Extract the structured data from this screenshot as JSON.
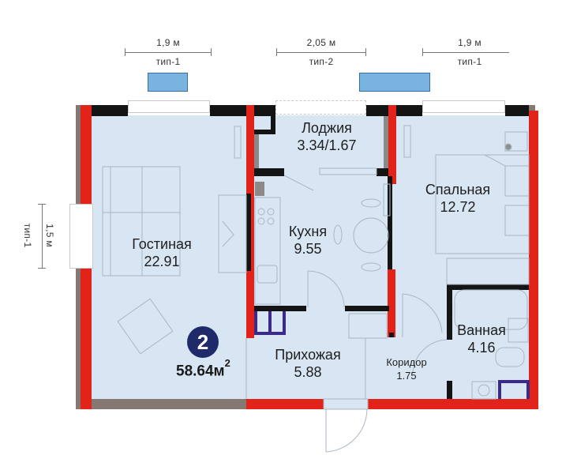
{
  "plan": {
    "apartment_number": "2",
    "total_area": "58.64",
    "total_unit": "м",
    "total_unit_power": "2"
  },
  "windows": [
    {
      "id": "w1",
      "width": "1,9 м",
      "type": "тип-1"
    },
    {
      "id": "w2",
      "width": "2,05 м",
      "type": "тип-2"
    },
    {
      "id": "w3",
      "width": "1,9 м",
      "type": "тип-1"
    },
    {
      "id": "w4",
      "width": "1,5 м",
      "type": "тип-1"
    }
  ],
  "rooms": [
    {
      "name": "Гостиная",
      "area": "22.91"
    },
    {
      "name": "Лоджия",
      "area": "3.34/1.67"
    },
    {
      "name": "Кухня",
      "area": "9.55"
    },
    {
      "name": "Спальная",
      "area": "12.72"
    },
    {
      "name": "Прихожая",
      "area": "5.88"
    },
    {
      "name": "Коридор",
      "area": "1.75"
    },
    {
      "name": "Ванная",
      "area": "4.16"
    }
  ],
  "colors": {
    "floor": "#d8e6f4",
    "exterior_wall": "#e2231a",
    "interior_wall": "#141414",
    "outer_facade": "#857872",
    "window_marker": "#79b4e0",
    "shaft": "#3b2a8c",
    "badge": "#1f2a6b"
  }
}
